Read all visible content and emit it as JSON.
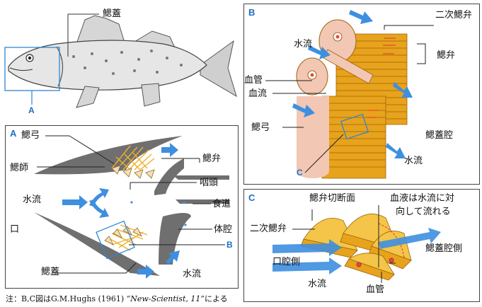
{
  "colors": {
    "accent_blue": "#1f6fc6",
    "arrow_blue": "#3e8fe0",
    "gill_gold": "#e7a31c",
    "gill_dark": "#b46d08",
    "skin_pink": "#f2c7b4",
    "gray_tissue": "#6f6f6f",
    "filament_orange": "#f0b02a"
  },
  "fish": {
    "operculum_label": "鰓蓋",
    "pointer_label": "A"
  },
  "panel_a": {
    "tag": "A",
    "labels": {
      "gill_arch": "鰓弓",
      "gill_raker": "鰓師",
      "water_flow_in": "水流",
      "mouth": "口",
      "operculum": "鰓蓋",
      "gill_filament": "鰓弁",
      "pharynx": "咽頭",
      "esophagus": "食道",
      "body_cavity": "体腔",
      "pointer_b": "B",
      "water_flow_out": "水流"
    }
  },
  "panel_b": {
    "tag": "B",
    "labels": {
      "secondary_lamella": "二次鰓弁",
      "water_flow_top": "水流",
      "gill_filament": "鰓弁",
      "blood_vessel": "血管",
      "blood_flow": "血流",
      "gill_arch": "鰓弓",
      "opercular_cavity": "鰓蓋腔",
      "water_flow_bottom": "水流",
      "pointer_c": "C"
    }
  },
  "panel_c": {
    "tag": "C",
    "labels": {
      "cross_section": "鰓弁切断面",
      "note_line1": "血液は水流に対",
      "note_line2": "向して流れる",
      "secondary_lamella": "二次鰓弁",
      "opercular_side": "鰓蓋腔側",
      "mouth_side": "口腔側",
      "water_flow": "水流",
      "blood_vessel": "血管"
    }
  },
  "footnote": {
    "prefix": "注：B,C図はG.M.Hughs (1961) ",
    "journal": "“New-Scientist, 11”",
    "suffix": "による"
  }
}
